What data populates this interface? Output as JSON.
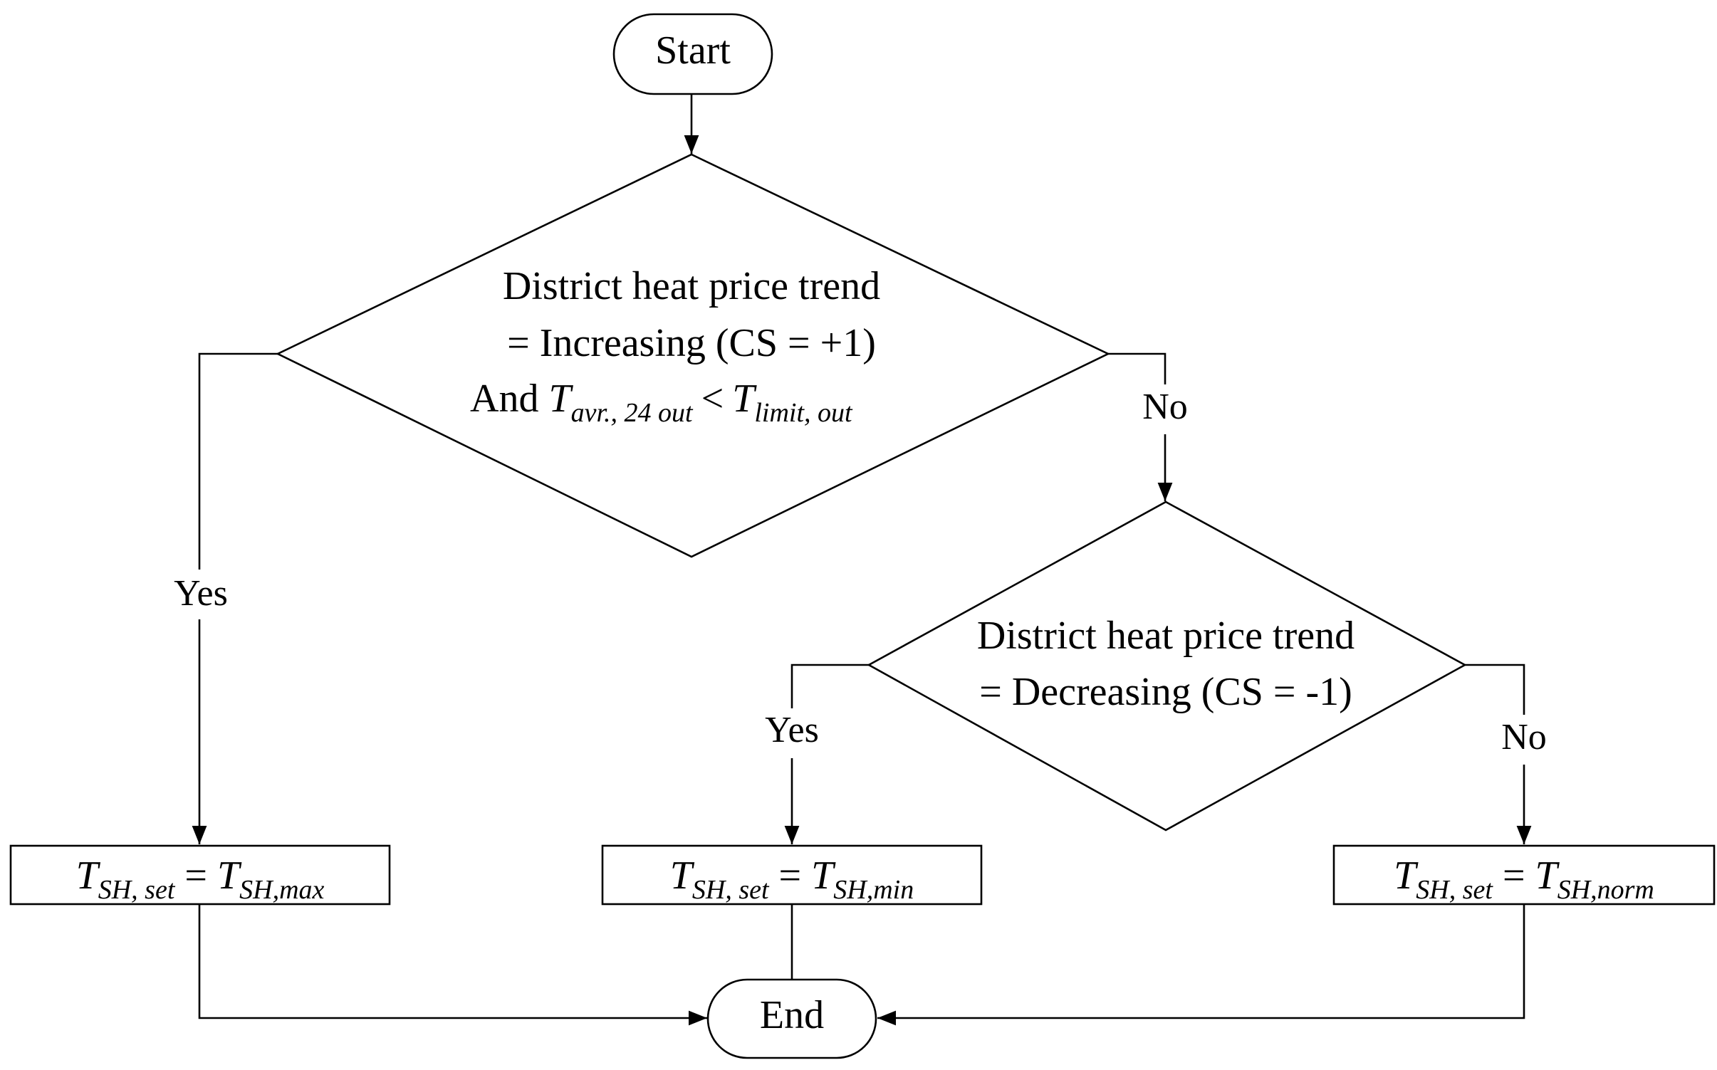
{
  "start": "Start",
  "end": "End",
  "decision1": {
    "line1": "District heat price trend",
    "line2": "= Increasing (CS = +1)",
    "line3_prefix": "And",
    "t_symbol": "T",
    "t_avr_sub": "avr., 24 out",
    "lt": "<",
    "t_limit_sub": "limit, out"
  },
  "decision2": {
    "line1": "District heat price trend",
    "line2": "= Decreasing (CS = -1)"
  },
  "labels": {
    "d1_yes": "Yes",
    "d1_no": "No",
    "d2_yes": "Yes",
    "d2_no": "No"
  },
  "boxes": {
    "t": "T",
    "eq": "=",
    "set_sub": "SH, set",
    "max_sub": "SH,max",
    "min_sub": "SH,min",
    "norm_sub": "SH,norm"
  }
}
